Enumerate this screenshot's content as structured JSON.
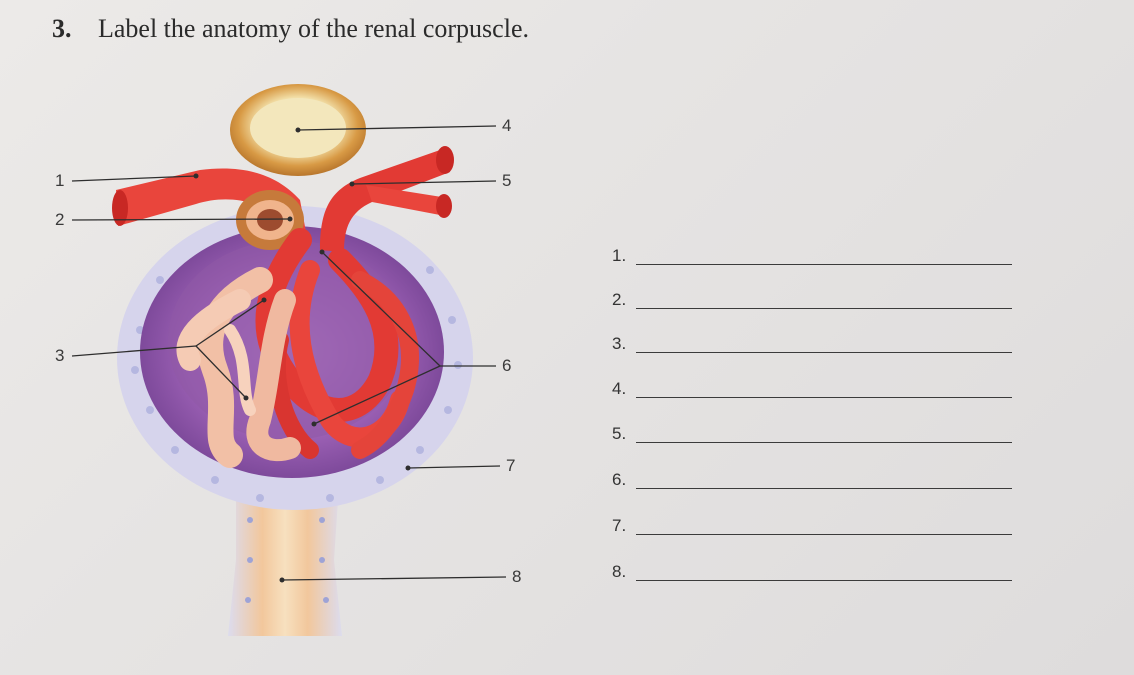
{
  "question": {
    "number": "3.",
    "text": "Label the anatomy of the renal corpuscle."
  },
  "figure_labels": [
    "1",
    "2",
    "3",
    "4",
    "5",
    "6",
    "7",
    "8"
  ],
  "answers": [
    {
      "label": "1.",
      "value": ""
    },
    {
      "label": "2.",
      "value": ""
    },
    {
      "label": "3.",
      "value": ""
    },
    {
      "label": "4.",
      "value": ""
    },
    {
      "label": "5.",
      "value": ""
    },
    {
      "label": "6.",
      "value": ""
    },
    {
      "label": "7.",
      "value": ""
    },
    {
      "label": "8.",
      "value": ""
    }
  ],
  "colors": {
    "capsule_outer": "#d6d4ec",
    "capsule_inner": "#9a5fb3",
    "arteriole": "#e9453c",
    "podocyte": "#f2c0a6",
    "tubule": "#f3d6b8",
    "macula": "#e0a24c"
  }
}
